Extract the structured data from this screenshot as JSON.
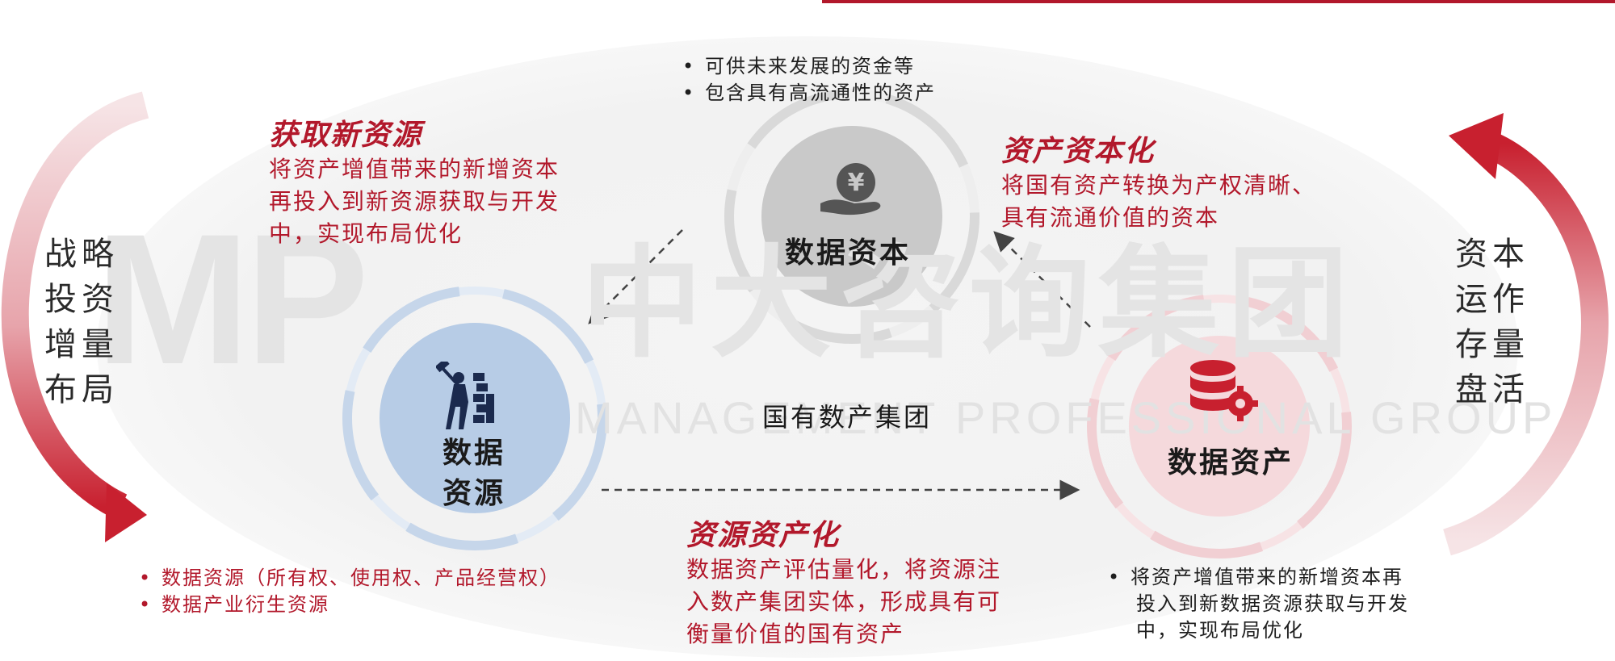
{
  "center_label": "国有数产集团",
  "watermark": {
    "logo": "MP",
    "name_cn": "中大咨询集团",
    "name_en": "MANAGEMENT PROFESSIONAL GROUP"
  },
  "left_side": {
    "lines": [
      "战略",
      "投资",
      "增量",
      "布局"
    ]
  },
  "right_side": {
    "lines": [
      "资本",
      "运作",
      "存量",
      "盘活"
    ]
  },
  "nodes": {
    "capital": {
      "label": "数据资本",
      "icon": "yen-coin-hand-icon",
      "color": "#c9c9c9",
      "bullets": [
        "可供未来发展的资金等",
        "包含具有高流通性的资产"
      ]
    },
    "resource": {
      "label_lines": [
        "数据",
        "资源"
      ],
      "icon": "worker-hammer-wall-icon",
      "color": "#b7cce6",
      "bullets": [
        "数据资源（所有权、使用权、产品经营权）",
        "数据产业衍生资源"
      ]
    },
    "asset": {
      "label": "数据资产",
      "icon": "database-gear-icon",
      "color": "#f5d9dc",
      "bullets": [
        "将资产增值带来的新增资本再",
        "投入到新数据资源获取与开发",
        "中，实现布局优化"
      ]
    }
  },
  "processes": {
    "acquire": {
      "title": "获取新资源",
      "lines": [
        "将资产增值带来的新增资本",
        "再投入到新资源获取与开发",
        "中，实现布局优化"
      ]
    },
    "capitalize": {
      "title": "资产资本化",
      "lines": [
        "将国有资产转换为产权清晰、",
        "具有流通价值的资本"
      ]
    },
    "assetize": {
      "title": "资源资产化",
      "lines": [
        "数据资产评估量化，将资源注",
        "入数产集团实体，形成具有可",
        "衡量价值的国有资产"
      ]
    }
  },
  "colors": {
    "accent_red": "#b2182b",
    "resource_blue": "#b7cce6",
    "capital_gray": "#c9c9c9",
    "asset_pink": "#f5d9dc"
  }
}
